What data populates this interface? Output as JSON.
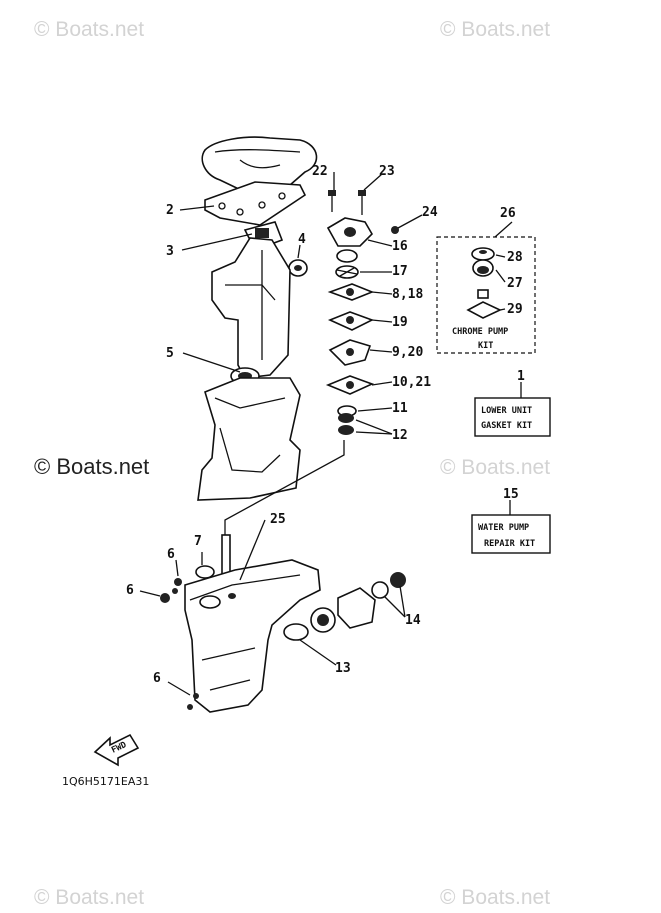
{
  "watermarks": {
    "top_left": "© Boats.net",
    "top_right": "© Boats.net",
    "mid_left": "© Boats.net",
    "mid_right": "© Boats.net",
    "bottom_left": "© Boats.net",
    "bottom_right": "© Boats.net"
  },
  "callouts": {
    "c1": "1",
    "c2": "2",
    "c3": "3",
    "c4": "4",
    "c5": "5",
    "c6a": "6",
    "c6b": "6",
    "c6c": "6",
    "c7": "7",
    "c8_18": "8,18",
    "c9_20": "9,20",
    "c10_21": "10,21",
    "c11": "11",
    "c12": "12",
    "c13": "13",
    "c14": "14",
    "c15": "15",
    "c16": "16",
    "c17": "17",
    "c19": "19",
    "c22": "22",
    "c23": "23",
    "c24": "24",
    "c25": "25",
    "c26": "26",
    "c27": "27",
    "c28": "28",
    "c29": "29"
  },
  "kits": {
    "chrome_pump_line1": "CHROME PUMP",
    "chrome_pump_line2": "KIT",
    "lower_unit_line1": "LOWER UNIT",
    "lower_unit_line2": "GASKET KIT",
    "water_pump_line1": "WATER PUMP",
    "water_pump_line2": "REPAIR KIT"
  },
  "fwd_label": "FWD",
  "diagram_code": "1Q6H5171EA31"
}
